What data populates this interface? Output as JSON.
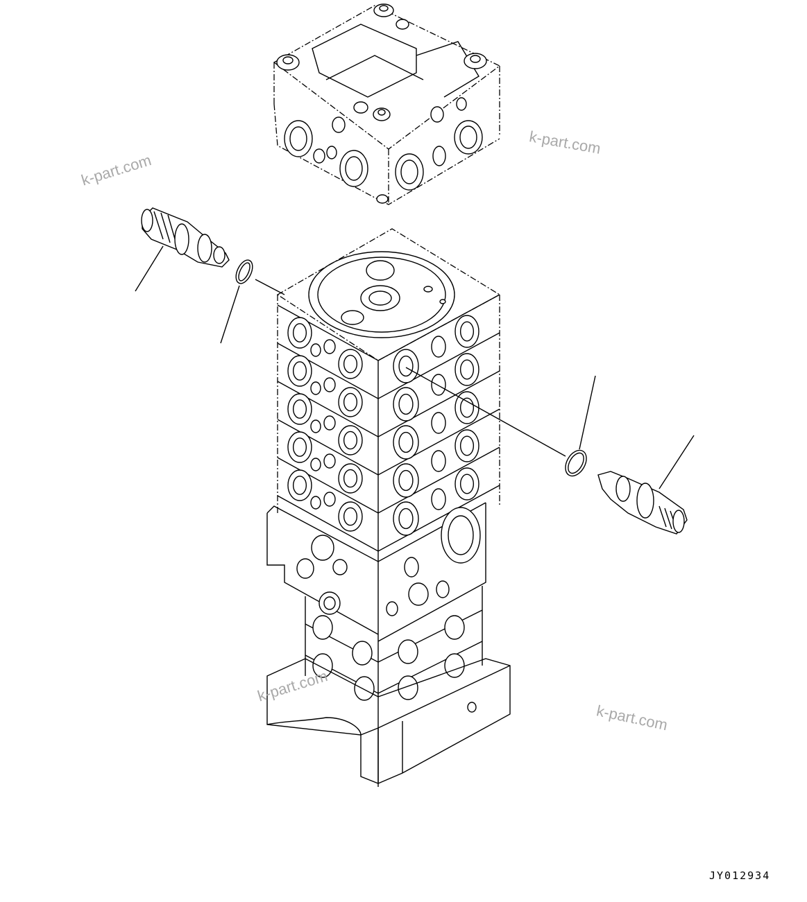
{
  "watermarks": [
    "k-part.com",
    "k-part.com",
    "k-part.com",
    "k-part.com"
  ],
  "drawing_code": "JY012934",
  "colors": {
    "line": "#000000",
    "watermark": "#a9a9a9",
    "background": "#ffffff"
  }
}
